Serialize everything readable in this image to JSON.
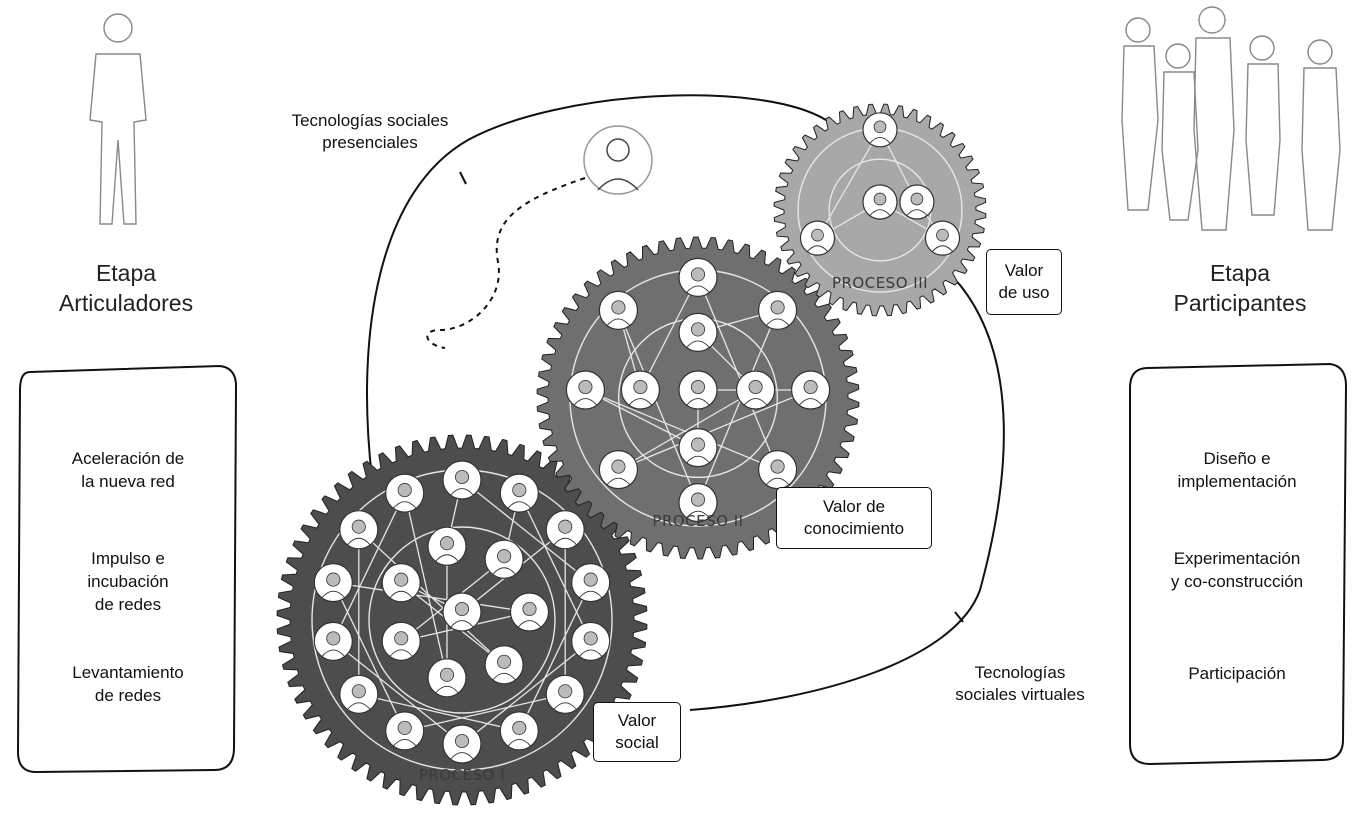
{
  "stages": {
    "left": {
      "title_line1": "Etapa",
      "title_line2": "Articuladores",
      "items": [
        {
          "line1": "Aceleración de",
          "line2": "la nueva red",
          "line3": ""
        },
        {
          "line1": "Impulso e",
          "line2": "incubación",
          "line3": "de redes"
        },
        {
          "line1": "Levantamiento",
          "line2": "de redes",
          "line3": ""
        }
      ]
    },
    "right": {
      "title_line1": "Etapa",
      "title_line2": "Participantes",
      "items": [
        {
          "line1": "Diseño e",
          "line2": "implementación"
        },
        {
          "line1": "Experimentación",
          "line2": "y co-construcción"
        },
        {
          "line1": "Participación",
          "line2": ""
        }
      ]
    }
  },
  "technologies": {
    "presencial": {
      "line1": "Tecnologías sociales",
      "line2": "presenciales"
    },
    "virtual": {
      "line1": "Tecnologías",
      "line2": "sociales virtuales"
    }
  },
  "processes": [
    {
      "label": "PROCESO I",
      "value_line1": "Valor",
      "value_line2": "social",
      "color": "#4d4d4d"
    },
    {
      "label": "PROCESO II",
      "value_line1": "Valor de",
      "value_line2": "conocimiento",
      "color": "#6f6f6f"
    },
    {
      "label": "PROCESO III",
      "value_line1": "Valor",
      "value_line2": "de uso",
      "color": "#a8a8a8"
    }
  ]
}
